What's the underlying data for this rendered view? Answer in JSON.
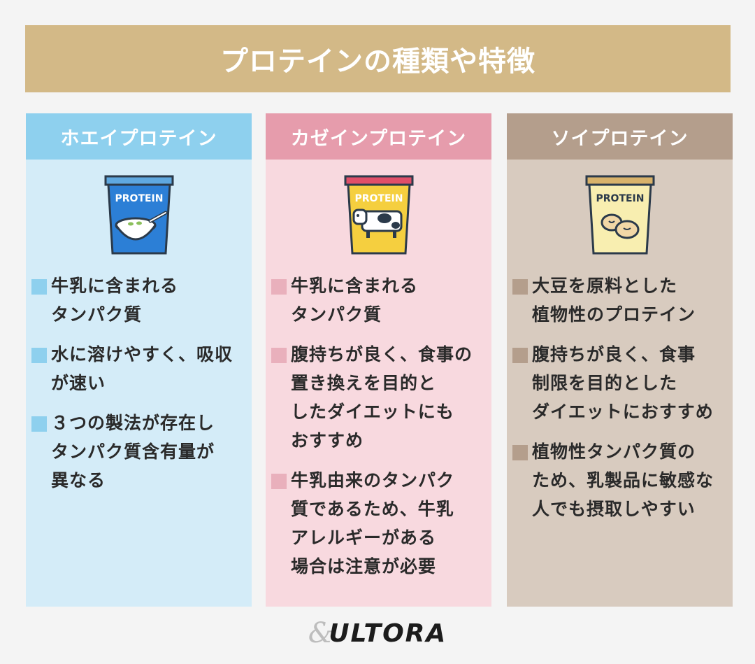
{
  "title": "プロテインの種類や特徴",
  "columns": [
    {
      "name": "ホエイプロテイン",
      "icon": "yogurt-tub-icon",
      "label": "PROTEIN",
      "points": [
        "牛乳に含まれる\nタンパク質",
        "水に溶けやすく、吸収\nが速い",
        "３つの製法が存在し\nタンパク質含有量が\n異なる"
      ]
    },
    {
      "name": "カゼインプロテイン",
      "icon": "cow-tub-icon",
      "label": "PROTEIN",
      "points": [
        "牛乳に含まれる\nタンパク質",
        "腹持ちが良く、食事の\n置き換えを目的と\nしたダイエットにも\nおすすめ",
        "牛乳由来のタンパク\n質であるため、牛乳\nアレルギーがある\n場合は注意が必要"
      ]
    },
    {
      "name": "ソイプロテイン",
      "icon": "soybean-tub-icon",
      "label": "PROTEIN",
      "points": [
        "大豆を原料とした\n植物性のプロテイン",
        "腹持ちが良く、食事\n制限を目的とした\nダイエットにおすすめ",
        "植物性タンパク質の\nため、乳製品に敏感な\n人でも摂取しやすい"
      ]
    }
  ],
  "logo": {
    "amp": "&",
    "text": "ULTORA"
  },
  "colors": {
    "title_bg": "#d3b987",
    "whey_header": "#8ed0ee",
    "whey_body": "#d4ecf8",
    "casein_header": "#e69cac",
    "casein_body": "#f8d9df",
    "soy_header": "#b49e8c",
    "soy_body": "#d8cbbf"
  }
}
